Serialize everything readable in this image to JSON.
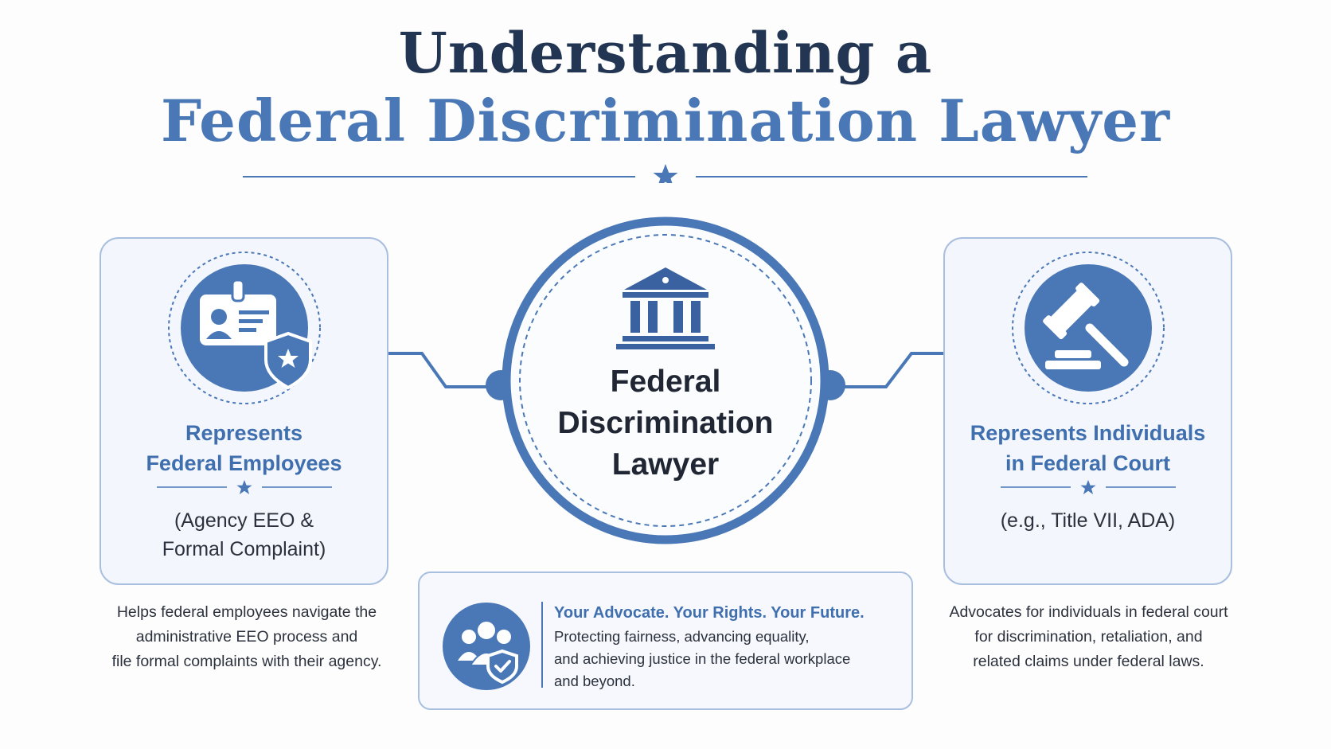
{
  "header": {
    "title_line1": "Understanding a",
    "title_line2": "Federal Discrimination Lawyer"
  },
  "center": {
    "label_line1": "Federal",
    "label_line2": "Discrimination",
    "label_line3": "Lawyer",
    "icon": "courthouse-icon"
  },
  "left_card": {
    "title_line1": "Represents",
    "title_line2": "Federal Employees",
    "subtitle_line1": "(Agency EEO &",
    "subtitle_line2": "Formal Complaint)",
    "icon": "id-badge-shield-icon",
    "description": [
      "Helps federal employees navigate the",
      "administrative EEO process and",
      "file formal complaints with their agency."
    ]
  },
  "right_card": {
    "title_line1": "Represents Individuals",
    "title_line2": "in Federal Court",
    "subtitle": "(e.g., Title VII, ADA)",
    "icon": "gavel-icon",
    "description": [
      "Advocates for individuals in federal court",
      "for discrimination, retaliation, and",
      "related claims under federal laws."
    ]
  },
  "tagline": {
    "title": "Your Advocate. Your Rights. Your Future.",
    "body": [
      "Protecting fairness, advancing equality,",
      "and achieving justice in the federal workplace",
      "and beyond."
    ],
    "icon": "people-shield-check-icon"
  },
  "colors": {
    "navy": "#223552",
    "accent_blue": "#4a78b7",
    "card_border": "#a9bfe0",
    "card_fill": "#f3f6fc"
  }
}
